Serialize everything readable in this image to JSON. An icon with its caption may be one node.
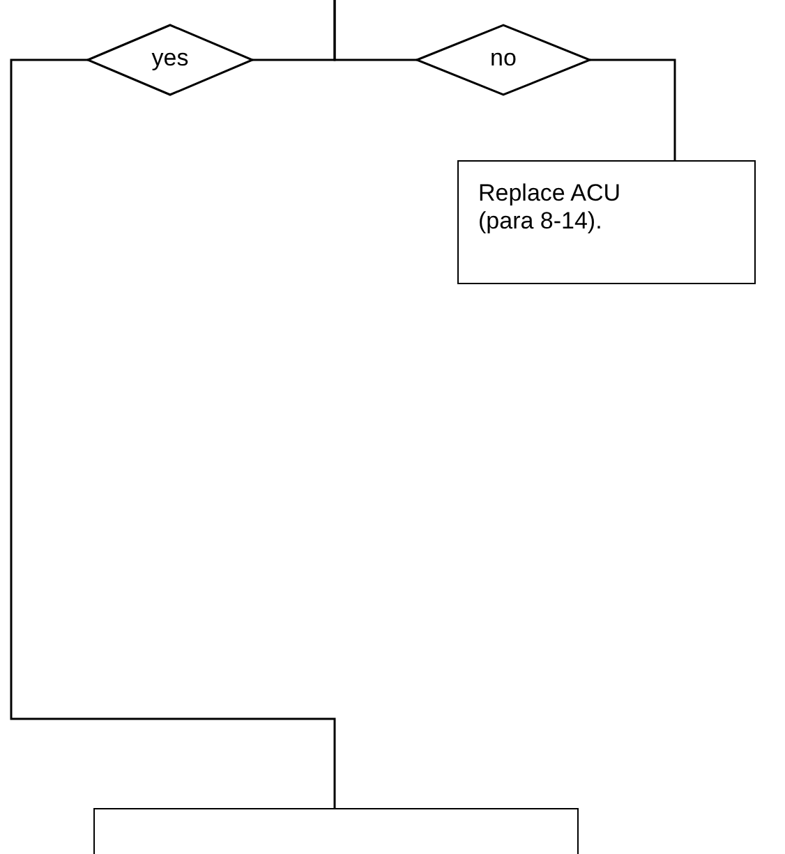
{
  "diagram": {
    "nodes": [
      {
        "text": [
          "yes"
        ]
      },
      {
        "text": [
          "no"
        ]
      },
      {
        "text": [
          "Replace ACU (para 8-14)."
        ]
      },
      {
        "text": [],
        "shape": "box"
      }
    ],
    "edges": [
      {
        "from": null,
        "to": 0,
        "arrow": "none"
      },
      {
        "from": null,
        "to": 1,
        "arrow": "none"
      },
      {
        "from": 1,
        "to": 2,
        "arrow": "none"
      },
      {
        "from": 0,
        "to": 3,
        "arrow": "none"
      }
    ]
  }
}
